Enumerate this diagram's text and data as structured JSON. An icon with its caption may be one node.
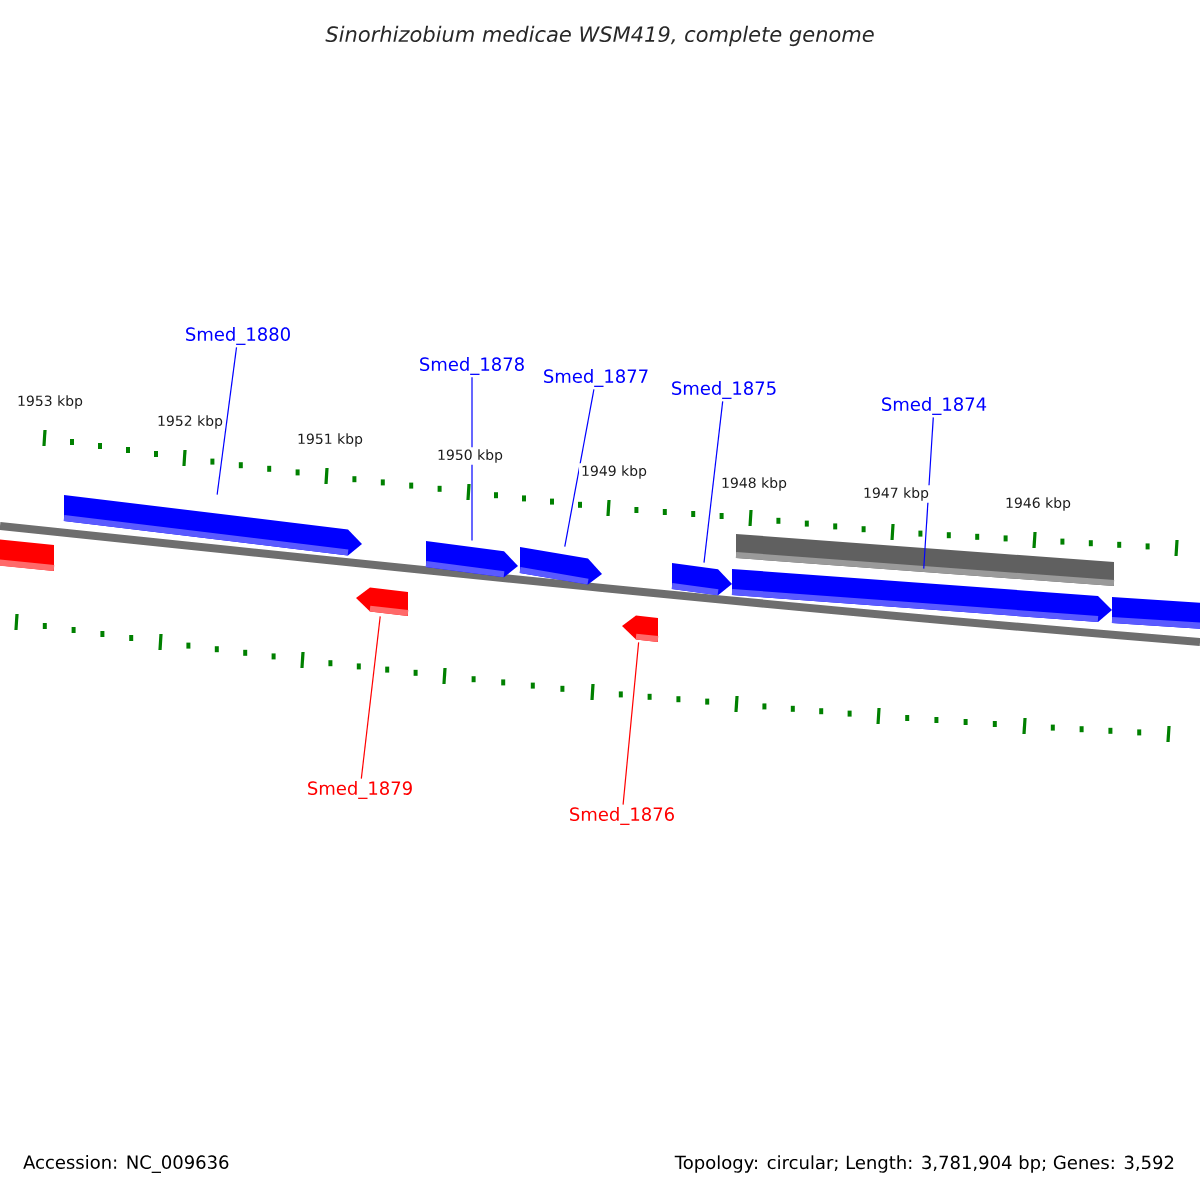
{
  "diagram": {
    "title": "Sinorhizobium medicae WSM419, complete genome",
    "nodes": [
      {
        "text": [
          "Smed_1880"
        ]
      },
      {
        "text": [
          "Smed_1878"
        ]
      },
      {
        "text": [
          "Smed_1877"
        ]
      },
      {
        "text": [
          "Smed_1875"
        ]
      },
      {
        "text": [
          "Smed_1874"
        ]
      },
      {
        "text": [
          "Smed_1879"
        ]
      },
      {
        "text": [
          "Smed_1876"
        ]
      },
      {
        "text": [],
        "shape": "arrow"
      },
      {
        "text": [],
        "shape": "arrow"
      },
      {
        "text": [],
        "shape": "arrow"
      },
      {
        "text": [],
        "shape": "arrow"
      },
      {
        "text": [],
        "shape": "arrow"
      },
      {
        "text": [],
        "shape": "arrow"
      },
      {
        "text": [],
        "shape": "arrow"
      },
      {
        "text": [],
        "shape": "bar"
      },
      {
        "text": [],
        "shape": "arrow"
      },
      {
        "text": [],
        "shape": "arrow"
      }
    ],
    "edges": [
      {
        "from": 0,
        "to": 8,
        "arrow": "none"
      },
      {
        "from": 1,
        "to": 10,
        "arrow": "none"
      },
      {
        "from": 2,
        "to": 11,
        "arrow": "none"
      },
      {
        "from": 3,
        "to": 13,
        "arrow": "none"
      },
      {
        "from": 4,
        "to": 15,
        "arrow": "none"
      },
      {
        "from": 5,
        "to": 9,
        "arrow": "none",
        "color": "#ff0000"
      },
      {
        "from": 6,
        "to": 12,
        "arrow": "none",
        "color": "#ff0000"
      }
    ],
    "labels": [
      "1953 kbp",
      "1952 kbp",
      "1951 kbp",
      "1950 kbp",
      "1949 kbp",
      "1948 kbp",
      "1947 kbp",
      "1946 kbp",
      "Accession: NC_009636",
      "Topology: circular; Length: 3,781,904 bp; Genes: 3,592"
    ]
  }
}
